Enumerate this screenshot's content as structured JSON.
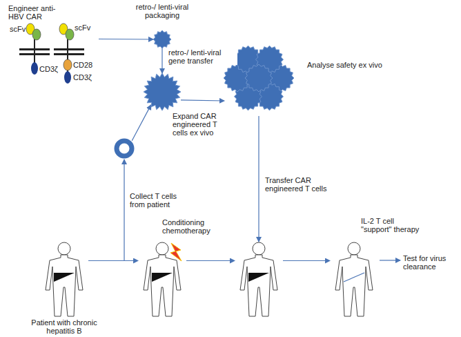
{
  "diagram": {
    "nodes": [
      {
        "text": [
          "Engineer anti-HBV CAR"
        ]
      },
      {
        "text": [
          "retro-/ lenti-viral packaging"
        ]
      },
      {
        "text": []
      },
      {
        "text": [
          "Analyse safety ex vivo"
        ]
      },
      {
        "text": []
      },
      {
        "text": [
          "Patient with chronic hepatitis B"
        ]
      },
      {
        "text": [
          "Conditioning chemotherapy"
        ]
      },
      {
        "text": []
      },
      {
        "text": [
          "IL-2 T cell \"support\" therapy"
        ]
      }
    ],
    "edges": [
      {
        "from": 0,
        "to": 1,
        "arrow": "to"
      },
      {
        "from": 1,
        "to": 2,
        "arrow": "to",
        "label": "retro-/ lenti-viral gene transfer"
      },
      {
        "from": 4,
        "to": 2,
        "arrow": "to"
      },
      {
        "from": 2,
        "to": 3,
        "arrow": "to",
        "label": "Expand CAR engineered T cells ex vivo"
      },
      {
        "from": 3,
        "to": 7,
        "arrow": "to",
        "label": "Transfer CAR engineered T cells"
      },
      {
        "from": 5,
        "to": 4,
        "arrow": "to",
        "label": "Collect T cells from patient"
      },
      {
        "from": 5,
        "to": 6,
        "arrow": "to"
      },
      {
        "from": 6,
        "to": 7,
        "arrow": "to"
      },
      {
        "from": 7,
        "to": 8,
        "arrow": "to"
      }
    ],
    "labels": [
      "scFv",
      "scFv",
      "CD3ζ",
      "CD28",
      "CD3ζ",
      "Test for virus clearance"
    ]
  }
}
